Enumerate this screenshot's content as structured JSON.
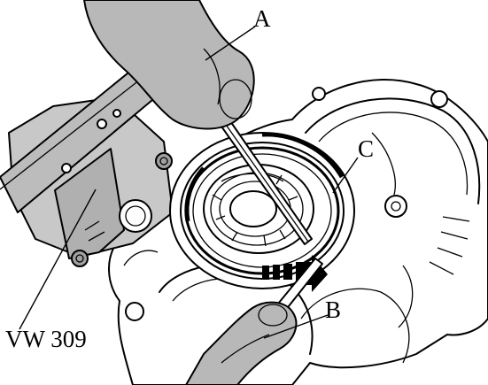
{
  "labels": {
    "a": "A",
    "b": "B",
    "c": "C",
    "fixture": "VW 309"
  },
  "colors": {
    "line": "#000000",
    "tool_shade": "#b8b8b8",
    "background": "#ffffff"
  },
  "icons": {
    "arrow": "direction-arrow-icon"
  }
}
